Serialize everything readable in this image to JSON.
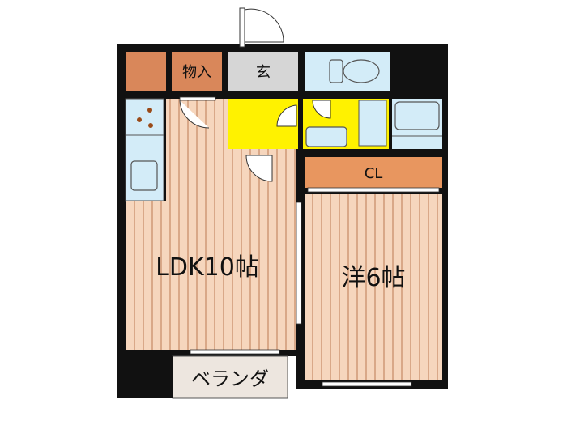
{
  "rooms": {
    "storage_label": "物入",
    "entrance_label": "玄",
    "closet_label": "CL",
    "ldk_label": "LDK10帖",
    "western_label": "洋6帖",
    "balcony_label": "ベランダ"
  },
  "colors": {
    "wall": "#111111",
    "floor_wood": "#f6d6bd",
    "floor_stripe": "#d9a888",
    "storage_orange": "#d9875a",
    "closet_orange": "#e8965f",
    "entrance_gray": "#d6d6d6",
    "wet_area_yellow": "#fff200",
    "fixture_blue": "#d3ecf8",
    "balcony_beige": "#ede6df"
  }
}
